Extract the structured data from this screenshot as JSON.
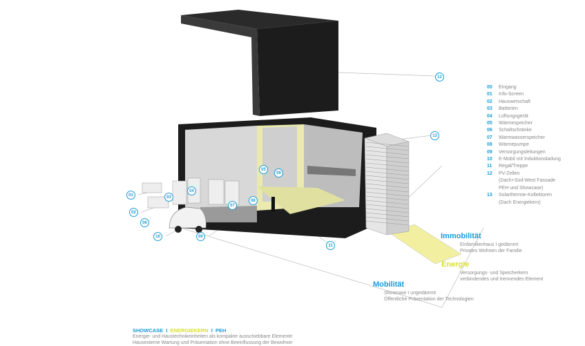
{
  "legend": [
    {
      "num": "00",
      "label": "Eingang"
    },
    {
      "num": "01",
      "label": "Info-Screen"
    },
    {
      "num": "02",
      "label": "Hauswirtschaft"
    },
    {
      "num": "03",
      "label": "Batterien"
    },
    {
      "num": "04",
      "label": "Lüftungsgerät"
    },
    {
      "num": "05",
      "label": "Wärmespeicher"
    },
    {
      "num": "06",
      "label": "Schaltschränke"
    },
    {
      "num": "07",
      "label": "Warmwasserspeicher"
    },
    {
      "num": "08",
      "label": "Wärmepumpe"
    },
    {
      "num": "09",
      "label": "Versorgungsleitungen"
    },
    {
      "num": "10",
      "label": "E-Mobil mit Induktionsladung"
    },
    {
      "num": "11",
      "label": "Regal/Treppe"
    },
    {
      "num": "12",
      "label": "PV-Zellen\n(Dach+Süd-West Fassade\nPEH und Showcase)"
    },
    {
      "num": "13",
      "label": "Solarthermie-Kollektoren\n(Dach Energiekern)"
    }
  ],
  "zones": {
    "immobilitaet": {
      "title": "Immobilität",
      "line1": "Einfamilienhaus  I  gedämmt",
      "line2": "Privates Wohnen der Familie"
    },
    "energie": {
      "title": "Energie",
      "line1": "Versorgungs- und Speicherkern",
      "line2": "verbindendes und trennendes Element"
    },
    "mobilitaet": {
      "title": "Mobilität",
      "line1": "Showcase  I  ungedämmt",
      "line2": "Öffentliche Präsentation der Technologien"
    }
  },
  "footer": {
    "showcase": "SHOWCASE",
    "sep1": "  I  ",
    "energiekern": "ENERGIEKERN",
    "sep2": "  I  ",
    "peh": "PEH",
    "line1": "Energie- und Haustechnikeinheiten als kompakte ausschiebbare Elemente",
    "line2": "Hausexterne Wartung und Präsentation ohne Beeinflussung der Bewohner"
  },
  "callouts": [
    "12",
    "13",
    "01",
    "02",
    "03",
    "04",
    "05",
    "09",
    "07",
    "08",
    "06",
    "10",
    "00",
    "11"
  ],
  "colors": {
    "accent_blue": "#1a9ad6",
    "accent_yellow": "#d9e22a",
    "building": "#1c1c1c"
  }
}
